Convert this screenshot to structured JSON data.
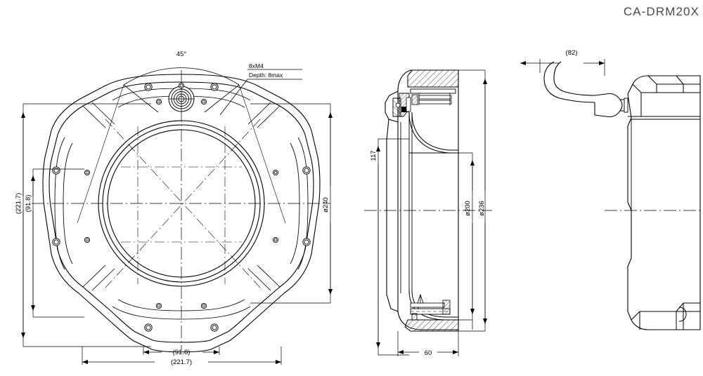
{
  "sheet": {
    "title": "CA-DRM20X",
    "background_color": "#ffffff",
    "line_color": "#000000",
    "title_color": "#4a4a4a"
  },
  "views": {
    "front": {
      "name": "front-view",
      "angle_note": "45°",
      "thread_note_line1": "8xM4",
      "thread_note_line2": "Depth: 8max",
      "dim_left_outer": "(221.7)",
      "dim_left_inner": "(91.8)",
      "dim_right_diameter": "ø240",
      "dim_bottom_inner": "(91.8)",
      "dim_bottom_outer": "(221.7)"
    },
    "section": {
      "name": "section-view",
      "dim_height": "117",
      "dim_bore": "ø200",
      "dim_outer": "ø236",
      "dim_width": "60"
    },
    "side": {
      "name": "side-view",
      "dim_depth": "(82)"
    }
  }
}
